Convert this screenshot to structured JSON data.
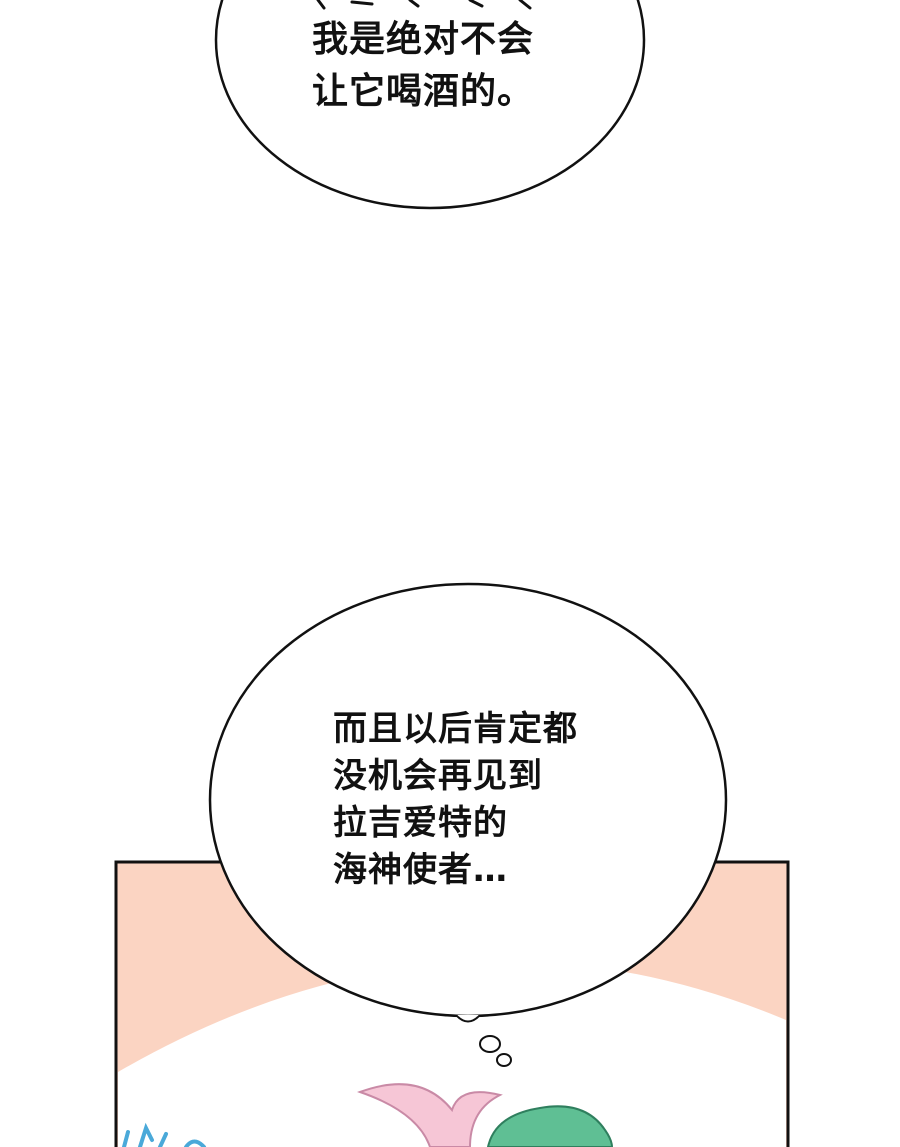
{
  "bubbles": [
    {
      "lines": [
        "我是绝对不会",
        "让它喝酒的。"
      ]
    },
    {
      "lines": [
        "而且以后肯定都",
        "没机会再见到",
        "拉吉爱特的",
        "海神使者…"
      ]
    }
  ],
  "colors": {
    "background": "#ffffff",
    "panel_fill": "#fbd4c2",
    "panel_border": "#111111",
    "bubble_fill": "#ffffff",
    "bubble_stroke": "#111111",
    "hair_green": "#5fbf94",
    "hair_pink": "#f6c6d6",
    "splash_blue": "#4aa9d9"
  },
  "icons": [
    "speech-bubble",
    "thought-bubble",
    "character-hair"
  ]
}
